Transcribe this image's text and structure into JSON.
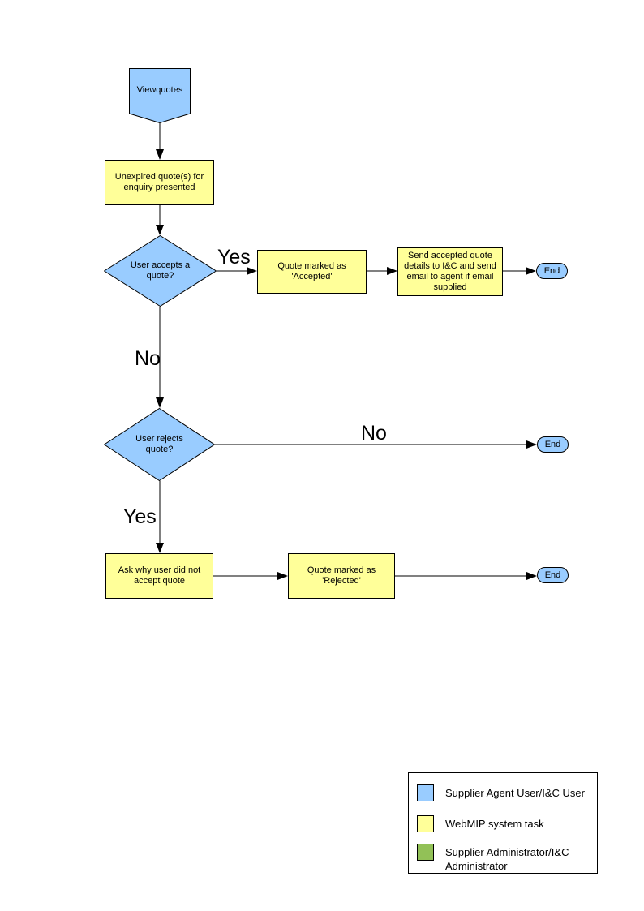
{
  "colors": {
    "blue": "#99CCFF",
    "yellow": "#FFFF99",
    "green": "#92C157",
    "line": "#000000",
    "background": "#FFFFFF"
  },
  "nodes": {
    "viewquotes": "Viewquotes",
    "unexpired": "Unexpired quote(s) for enquiry presented",
    "accepts": "User accepts a quote?",
    "accepted": "Quote marked as 'Accepted'",
    "send_details": "Send accepted quote details to I&C and send email to agent if email supplied",
    "rejects": "User rejects quote?",
    "ask_why": "Ask why user did not accept quote",
    "rejected": "Quote marked as 'Rejected'",
    "end": "End"
  },
  "edge_labels": {
    "yes_accept": "Yes",
    "no_accept": "No",
    "no_reject": "No",
    "yes_reject": "Yes"
  },
  "legend": {
    "items": [
      {
        "label": "Supplier Agent User/I&C User",
        "color": "#99CCFF"
      },
      {
        "label": "WebMIP system task",
        "color": "#FFFF99"
      },
      {
        "label": "Supplier Administrator/I&C Administrator",
        "color": "#92C157"
      }
    ]
  }
}
